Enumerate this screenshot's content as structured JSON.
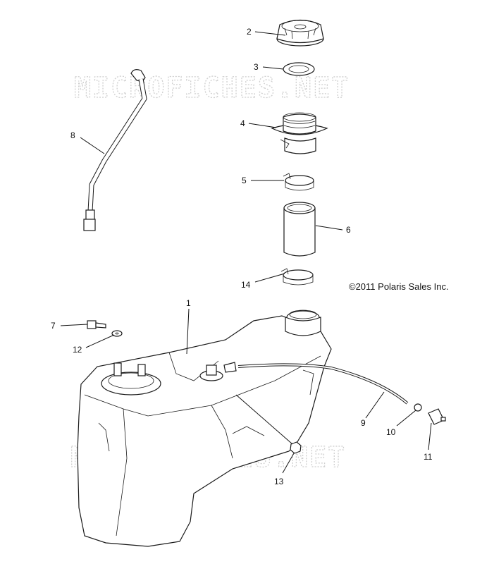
{
  "copyright": "©2011 Polaris Sales Inc.",
  "watermarks": [
    "MICROFICHES.NET",
    "MICROFICHES.NET"
  ],
  "callouts": [
    {
      "id": "c1",
      "label": "1"
    },
    {
      "id": "c2",
      "label": "2"
    },
    {
      "id": "c3",
      "label": "3"
    },
    {
      "id": "c4",
      "label": "4"
    },
    {
      "id": "c5",
      "label": "5"
    },
    {
      "id": "c6",
      "label": "6"
    },
    {
      "id": "c7",
      "label": "7"
    },
    {
      "id": "c8",
      "label": "8"
    },
    {
      "id": "c9",
      "label": "9"
    },
    {
      "id": "c10",
      "label": "10"
    },
    {
      "id": "c11",
      "label": "11"
    },
    {
      "id": "c12",
      "label": "12"
    },
    {
      "id": "c13",
      "label": "13"
    },
    {
      "id": "c14",
      "label": "14"
    }
  ]
}
